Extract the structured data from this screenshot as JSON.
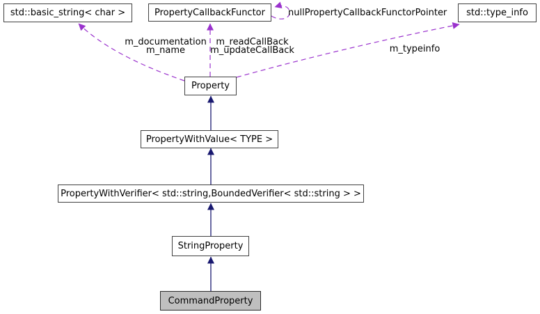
{
  "diagram": {
    "type": "class-collaboration-graph",
    "nodes": {
      "basic_string": {
        "label": "std::basic_string< char >"
      },
      "callback_functor": {
        "label": "PropertyCallbackFunctor"
      },
      "type_info": {
        "label": "std::type_info"
      },
      "property": {
        "label": "Property"
      },
      "property_with_value": {
        "label": "PropertyWithValue< TYPE >"
      },
      "property_with_verifier": {
        "label": "PropertyWithVerifier< std::string,BoundedVerifier< std::string > >"
      },
      "string_property": {
        "label": "StringProperty"
      },
      "command_property": {
        "label": "CommandProperty",
        "highlighted": true
      }
    },
    "edge_labels": {
      "documentation": "m_documentation",
      "name": "m_name",
      "read_callback": "m_readCallBack",
      "update_callback": "m_updateCallBack",
      "null_pointer": "nullPropertyCallbackFunctorPointer",
      "typeinfo": "m_typeinfo"
    },
    "edges": [
      {
        "from": "property",
        "to": "basic_string",
        "type": "usage-dashed",
        "labels": [
          "m_documentation",
          "m_name"
        ]
      },
      {
        "from": "property",
        "to": "callback_functor",
        "type": "usage-dashed",
        "labels": [
          "m_readCallBack",
          "m_updateCallBack"
        ]
      },
      {
        "from": "property",
        "to": "type_info",
        "type": "usage-dashed",
        "labels": [
          "m_typeinfo"
        ]
      },
      {
        "from": "callback_functor",
        "to": "callback_functor",
        "type": "usage-dashed-self-loop",
        "labels": [
          "nullPropertyCallbackFunctorPointer"
        ]
      },
      {
        "from": "property_with_value",
        "to": "property",
        "type": "inheritance"
      },
      {
        "from": "property_with_verifier",
        "to": "property_with_value",
        "type": "inheritance"
      },
      {
        "from": "string_property",
        "to": "property_with_verifier",
        "type": "inheritance"
      },
      {
        "from": "command_property",
        "to": "string_property",
        "type": "inheritance"
      }
    ],
    "colors": {
      "inheritance_arrow": "#191970",
      "usage_arrow": "#9a32cd",
      "node_border": "#404040",
      "node_fill": "#ffffff",
      "highlight_fill": "#bfbfbf",
      "text": "#000000",
      "background": "#ffffff"
    }
  }
}
